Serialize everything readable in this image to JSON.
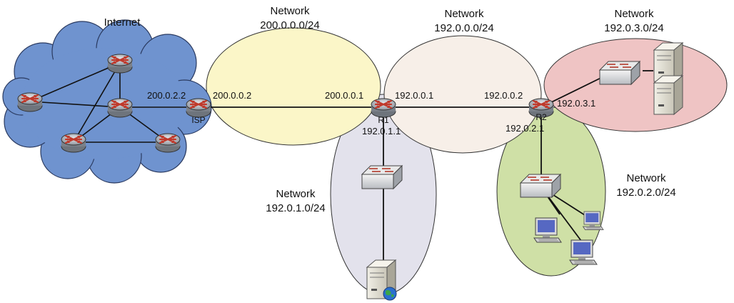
{
  "internet_label": "Internet",
  "networks": {
    "n200": {
      "title": "Network",
      "cidr": "200.0.0.0/24"
    },
    "n192_0": {
      "title": "Network",
      "cidr": "192.0.0.0/24"
    },
    "n192_3": {
      "title": "Network",
      "cidr": "192.0.3.0/24"
    },
    "n192_1": {
      "title": "Network",
      "cidr": "192.0.1.0/24"
    },
    "n192_2": {
      "title": "Network",
      "cidr": "192.0.2.0/24"
    }
  },
  "devices": {
    "isp": "ISP",
    "r1": "R1",
    "r2": "R2"
  },
  "addresses": {
    "isp_internet": "200.0.2.2",
    "isp_r1side": "200.0.0.2",
    "r1_isp": "200.0.0.1",
    "r1_r2": "192.0.0.1",
    "r1_lan": "192.0.1.1",
    "r2_r1": "192.0.0.2",
    "r2_servers": "192.0.3.1",
    "r2_lan": "192.0.2.1"
  },
  "colors": {
    "cloud": "#6f93cf",
    "net_200": "#fbf6c8",
    "net_192_0": "#f7efe8",
    "net_192_3": "#efc4c4",
    "net_192_1": "#e3e2ec",
    "net_192_2": "#cfe0a6",
    "router": "#9aa0a8",
    "router_arrow": "#c0392b"
  }
}
